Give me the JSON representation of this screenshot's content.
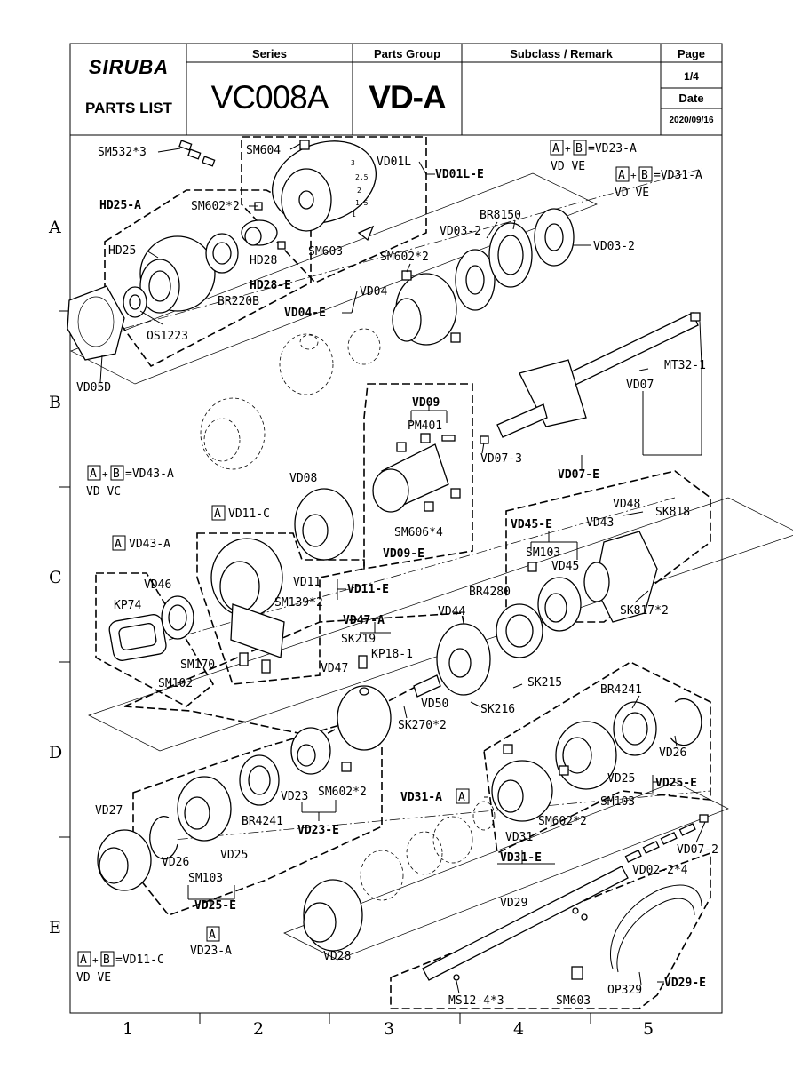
{
  "header": {
    "logo": "SIRUBA",
    "doc_type": "PARTS LIST",
    "series_label": "Series",
    "series_value": "VC008A",
    "group_label": "Parts Group",
    "group_value": "VD-A",
    "subclass_label": "Subclass / Remark",
    "subclass_value": "",
    "page_label": "Page",
    "page_value": "1/4",
    "date_label": "Date",
    "date_value": "2020/09/16"
  },
  "ruler": {
    "rows": [
      "A",
      "B",
      "C",
      "D",
      "E"
    ],
    "cols": [
      "1",
      "2",
      "3",
      "4",
      "5"
    ]
  },
  "combos": {
    "vd23": {
      "a": "A",
      "b": "B",
      "result": "=VD23-A",
      "codes": "VD  VE"
    },
    "vd31": {
      "a": "A",
      "b": "B",
      "result": "=VD31-A",
      "codes": "VD  VE"
    },
    "vd43": {
      "a": "A",
      "b": "B",
      "result": "=VD43-A",
      "codes": "VD  VC"
    },
    "vd11": {
      "a": "A",
      "b": "B",
      "result": "=VD11-C",
      "codes": "VD  VE"
    },
    "vd11c": {
      "tag": "A",
      "label": "VD11-C"
    },
    "vd43a": {
      "tag": "A",
      "label": "VD43-A"
    },
    "vd23a": {
      "tag": "A",
      "label": "VD23-A"
    },
    "vd31a": {
      "tag": "A",
      "label": "VD31-A"
    }
  },
  "dial_marks": [
    "3",
    "2.5",
    "2",
    "1.5",
    "1"
  ],
  "parts": {
    "sm532": "SM532*3",
    "sm604": "SM604",
    "vd01l": "VD01L",
    "vd01le": "VD01L-E",
    "hd25a": "HD25-A",
    "sm602_2a": "SM602*2",
    "hd25": "HD25",
    "hd28": "HD28",
    "sm603a": "SM603",
    "hd28e": "HD28-E",
    "br220b": "BR220B",
    "os1223": "OS1223",
    "vd05d": "VD05D",
    "br8150": "BR8150",
    "vd03_2a": "VD03-2",
    "vd03_2b": "VD03-2",
    "sm602_2b": "SM602*2",
    "vd04": "VD04",
    "vd04e": "VD04-E",
    "mt32_1": "MT32-1",
    "vd07": "VD07",
    "vd09": "VD09",
    "pm401": "PM401",
    "vd07_3": "VD07-3",
    "vd07e": "VD07-E",
    "vd08": "VD08",
    "sm606_4": "SM606*4",
    "vd09e": "VD09-E",
    "vd48": "VD48",
    "sk818": "SK818",
    "vd45e": "VD45-E",
    "vd43": "VD43",
    "sm103a": "SM103",
    "vd45": "VD45",
    "vd11": "VD11",
    "vd11e": "VD11-E",
    "vd46": "VD46",
    "sm139_2": "SM139*2",
    "kp74": "KP74",
    "br4280": "BR4280",
    "sk817_2": "SK817*2",
    "vd47a": "VD47-A",
    "vd44": "VD44",
    "sk219": "SK219",
    "kp18_1": "KP18-1",
    "sm170": "SM170",
    "sm102": "SM102",
    "vd47": "VD47",
    "sk215": "SK215",
    "vd50": "VD50",
    "sk216": "SK216",
    "sk270_2": "SK270*2",
    "br4241a": "BR4241",
    "vd26a": "VD26",
    "vd25a": "VD25",
    "vd25e_a": "VD25-E",
    "sm103b": "SM103",
    "vd23": "VD23",
    "sm602_2c": "SM602*2",
    "sm602_2d": "SM602*2",
    "vd31": "VD31",
    "vd31e": "VD31-E",
    "vd27": "VD27",
    "br4241b": "BR4241",
    "vd23e": "VD23-E",
    "vd26b": "VD26",
    "vd25b": "VD25",
    "sm103c": "SM103",
    "vd25e_b": "VD25-E",
    "vd07_2": "VD07-2",
    "vd02_2_4": "VD02-2*4",
    "vd29": "VD29",
    "vd28": "VD28",
    "ms12_4_3": "MS12-4*3",
    "sm603b": "SM603",
    "op329": "OP329",
    "vd29e": "VD29-E"
  }
}
